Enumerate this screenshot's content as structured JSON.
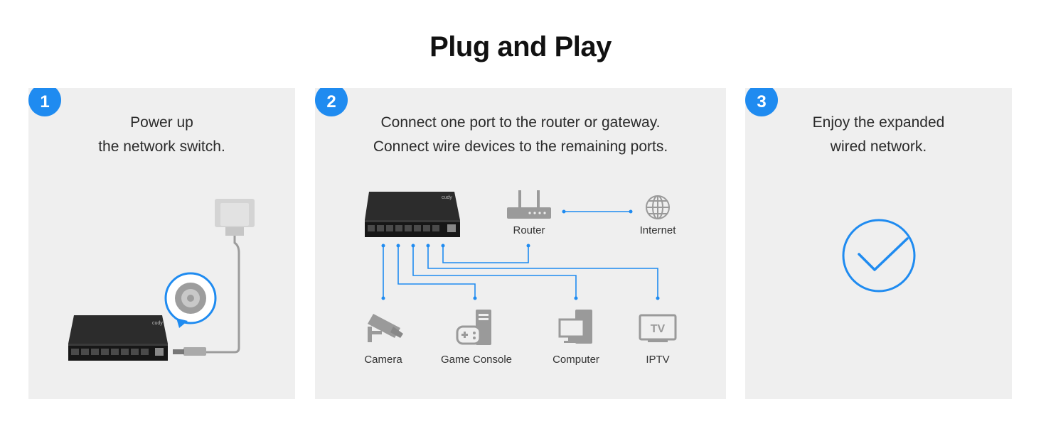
{
  "title": "Plug and Play",
  "steps": [
    {
      "number": "1",
      "line1": "Power up",
      "line2": "the network switch."
    },
    {
      "number": "2",
      "line1": "Connect one port to the router or gateway.",
      "line2": "Connect wire devices to the remaining ports."
    },
    {
      "number": "3",
      "line1": "Enjoy the expanded",
      "line2": "wired network."
    }
  ],
  "devices": {
    "router": "Router",
    "internet": "Internet",
    "camera": "Camera",
    "game_console": "Game Console",
    "computer": "Computer",
    "iptv": "IPTV",
    "tv_icon_text": "TV"
  },
  "brand": "cudy",
  "colors": {
    "accent": "#1f8bf0",
    "panel": "#efefef",
    "switch": "#1c1c1c",
    "icon": "#9a9a9a"
  }
}
